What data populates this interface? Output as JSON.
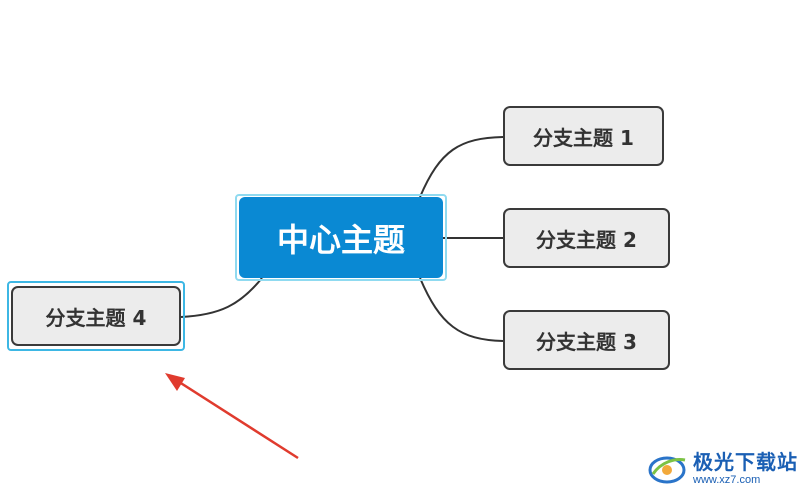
{
  "mindmap": {
    "central_topic": "中心主题",
    "branches": [
      {
        "id": 1,
        "label": "分支主题 1"
      },
      {
        "id": 2,
        "label": "分支主题 2"
      },
      {
        "id": 3,
        "label": "分支主题 3"
      },
      {
        "id": 4,
        "label": "分支主题 4",
        "selected": true
      }
    ]
  },
  "colors": {
    "central_fill": "#0a89d3",
    "branch_fill": "#ececec",
    "selection_outline": "#3db7e4",
    "annotation_arrow": "#e03b2e"
  },
  "watermark": {
    "name": "极光下载站",
    "url": "www.xz7.com"
  }
}
